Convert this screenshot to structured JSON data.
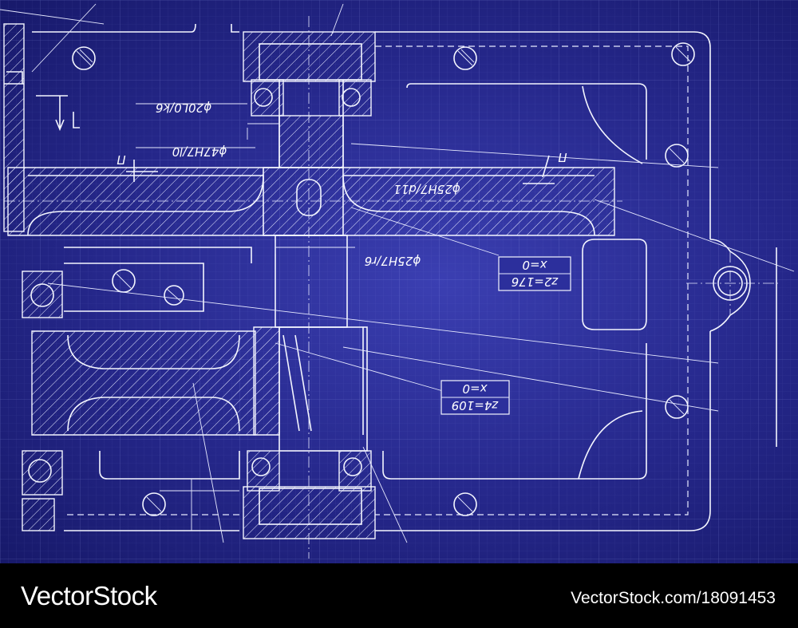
{
  "drawing": {
    "dimensions": {
      "d1": "ϕ20L0/k6",
      "d2": "ϕ47H7/l0",
      "d3": "ϕ25H7/d11",
      "d4": "ϕ25H7/r6",
      "section_mark_left": "Π",
      "section_mark_right": "Π"
    },
    "gear_labels": {
      "upper": {
        "offset": "x=0",
        "teeth": "z2=176"
      },
      "lower": {
        "offset": "x=0",
        "teeth": "z4=109"
      }
    }
  },
  "footer": {
    "brand": "VectorStock",
    "image_id": "VectorStock.com/18091453"
  },
  "colors": {
    "background": "#25278a",
    "line": "#f4f6ff",
    "footer": "#000000"
  }
}
